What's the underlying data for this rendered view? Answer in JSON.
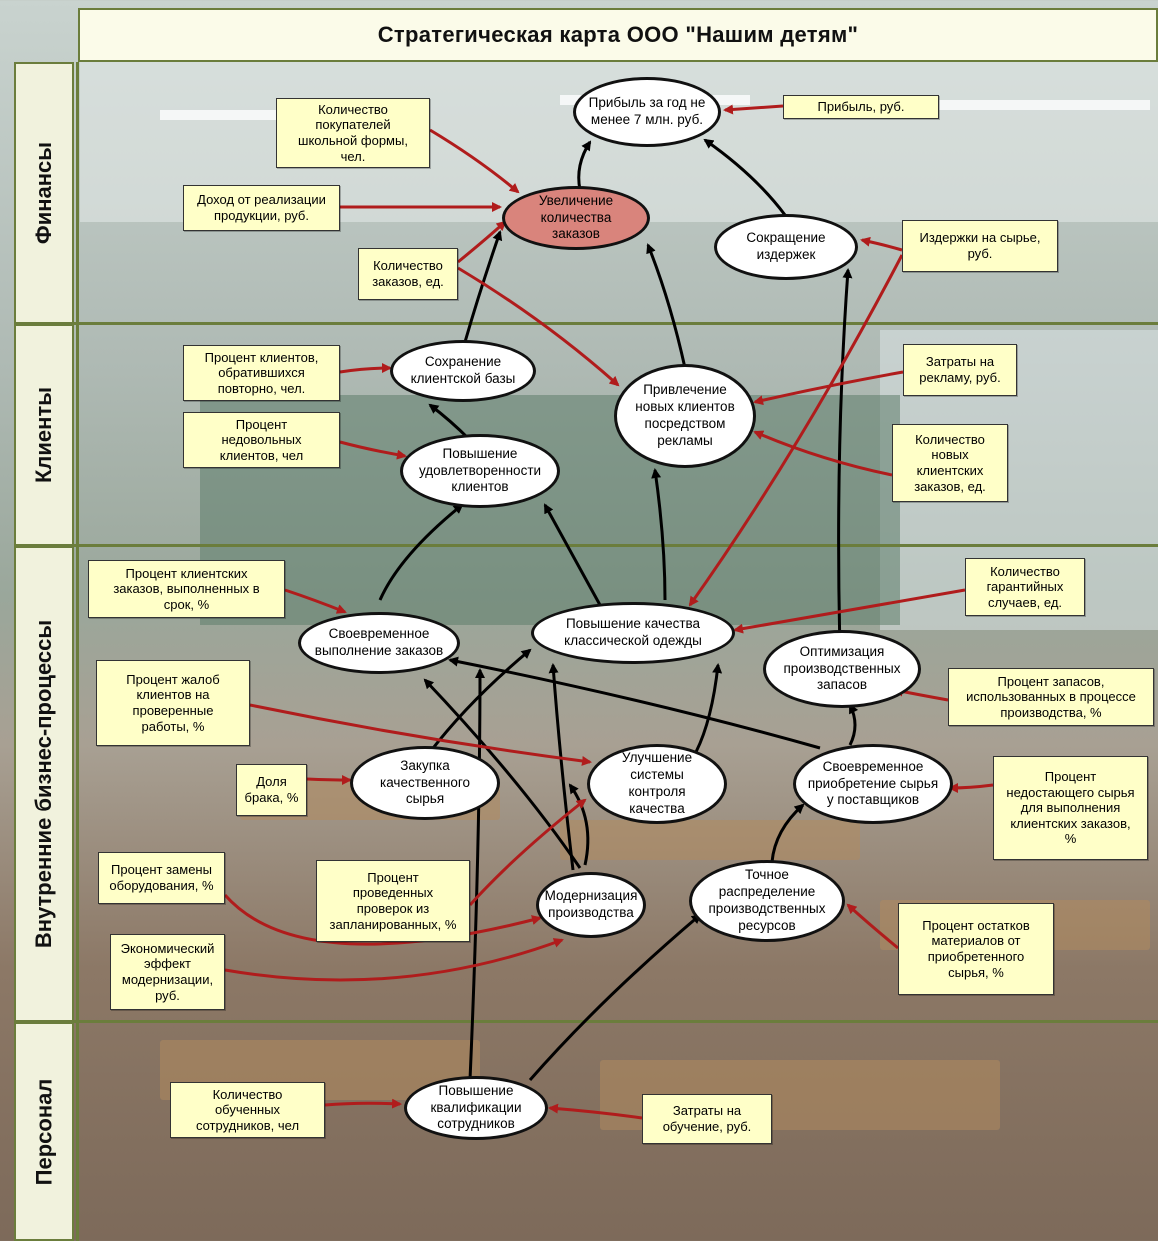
{
  "title": "Стратегическая карта ООО  \"Нашим детям\"",
  "lanes": [
    "Финансы",
    "Клиенты",
    "Внутренние бизнес-процессы",
    "Персонал"
  ],
  "goals": {
    "profit": "Прибыль за год не\nменее 7 млн. руб.",
    "orders": "Увеличение\nколичества заказов",
    "costs": "Сокращение\nиздержек",
    "retention": "Сохранение\nклиентской базы",
    "attraction": "Привлечение\nновых клиентов\nпосредством\nрекламы",
    "satisfaction": "Повышение\nудовлетворенности\nклиентов",
    "timely": "Своевременное\nвыполнение заказов",
    "quality": "Повышение качества\nклассической одежды",
    "stock": "Оптимизация\nпроизводственных\nзапасов",
    "purchase": "Закупка\nкачественного\nсырья",
    "control": "Улучшение\nсистемы контроля\nкачества",
    "supply": "Своевременное\nприобретение сырья\nу поставщиков",
    "modern": "Модернизация\nпроизводства",
    "distribution": "Точное\nраспределение\nпроизводственных\nресурсов",
    "training": "Повышение\nквалификации\nсотрудников"
  },
  "indicators": {
    "buyers": "Количество\nпокупателей\nшкольной формы,\nчел.",
    "profit_rub": "Прибыль, руб.",
    "income": "Доход от реализации\nпродукции, руб.",
    "material_costs": "Издержки на сырье,\nруб.",
    "orders_count": "Количество\nзаказов, ед.",
    "repeat_clients": "Процент клиентов,\nобратившихся\nповторно, чел.",
    "ad_costs": "Затраты на\nрекламу, руб.",
    "unhappy": "Процент\nнедовольных\nклиентов, чел",
    "new_orders": "Количество\nновых\nклиентских\nзаказов, ед.",
    "on_time": "Процент клиентских\nзаказов, выполненных в\nсрок, %",
    "warranty": "Количество\nгарантийных\nслучаев, ед.",
    "complaints": "Процент жалоб\nклиентов на\nпроверенные\nработы, %",
    "stock_used": "Процент запасов,\nиспользованных в процессе\nпроизводства, %",
    "defects": "Доля\nбрака, %",
    "missing": "Процент\nнедостающего сырья\nдля выполнения\nклиентских заказов,\n%",
    "replace": "Процент замены\nоборудования, %",
    "checks": "Процент\nпроведенных\nпроверок из\nзапланированных, %",
    "leftover": "Процент остатков\nматериалов от\nприобретенного\nсырья, %",
    "effect": "Экономический\nэффект\nмодернизации,\nруб.",
    "trained": "Количество\nобученных\nсотрудников, чел",
    "training_costs": "Затраты на\nобучение, руб."
  },
  "colors": {
    "goal_arrow": "#000000",
    "indicator_arrow": "#b01c1c",
    "highlight_goal": "#d9847c",
    "indicator_bg": "#ffffc8",
    "lane_border": "#6b7d3c"
  }
}
